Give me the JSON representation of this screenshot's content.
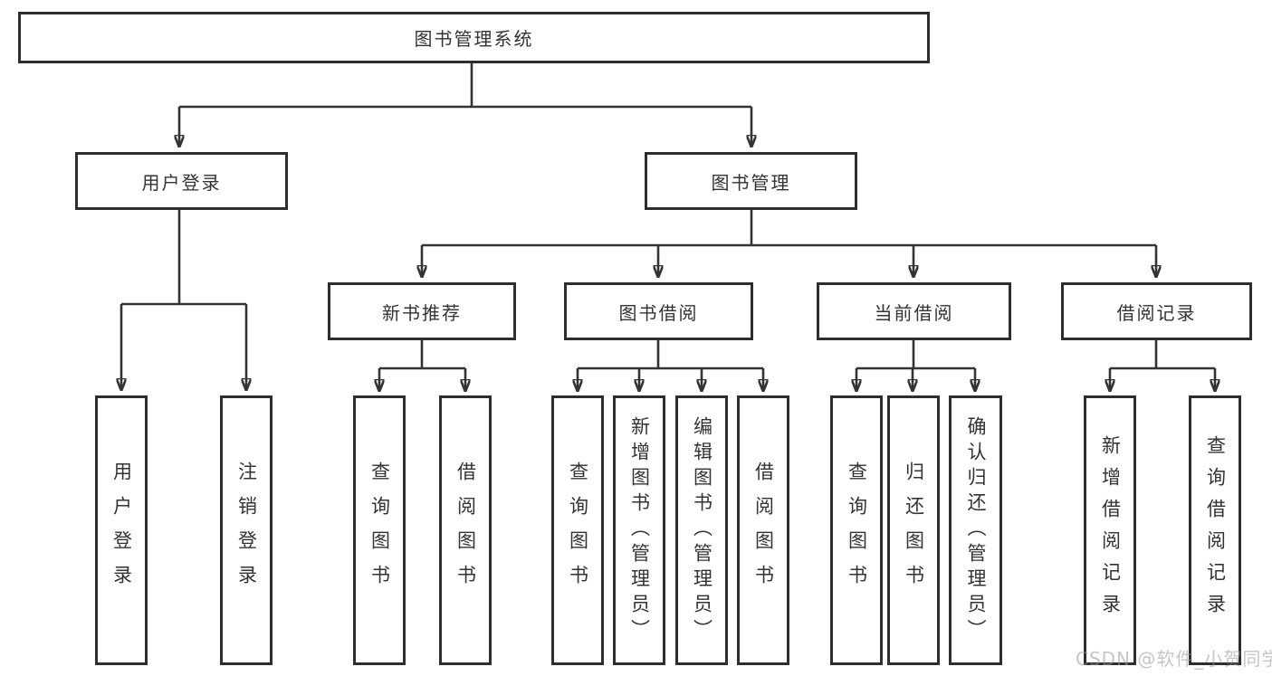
{
  "tree": {
    "root": "图书管理系统",
    "branches": [
      {
        "label": "用户登录",
        "children": [
          "用户登录",
          "注销登录"
        ]
      },
      {
        "label": "图书管理",
        "sections": [
          {
            "label": "新书推荐",
            "children": [
              "查询图书",
              "借阅图书"
            ]
          },
          {
            "label": "图书借阅",
            "children": [
              "查询图书",
              "新增图书（管理员）",
              "编辑图书（管理员）",
              "借阅图书"
            ]
          },
          {
            "label": "当前借阅",
            "children": [
              "查询图书",
              "归还图书",
              "确认归还（管理员）"
            ]
          },
          {
            "label": "借阅记录",
            "children": [
              "新增借阅记录",
              "查询借阅记录"
            ]
          }
        ]
      }
    ]
  },
  "watermark": "CSDN @软件_小贺同学",
  "colors": {
    "line": "#333333",
    "box_border": "#2e2e2e",
    "text": "#333333",
    "background": "#ffffff",
    "watermark": "#c6c6c6"
  }
}
